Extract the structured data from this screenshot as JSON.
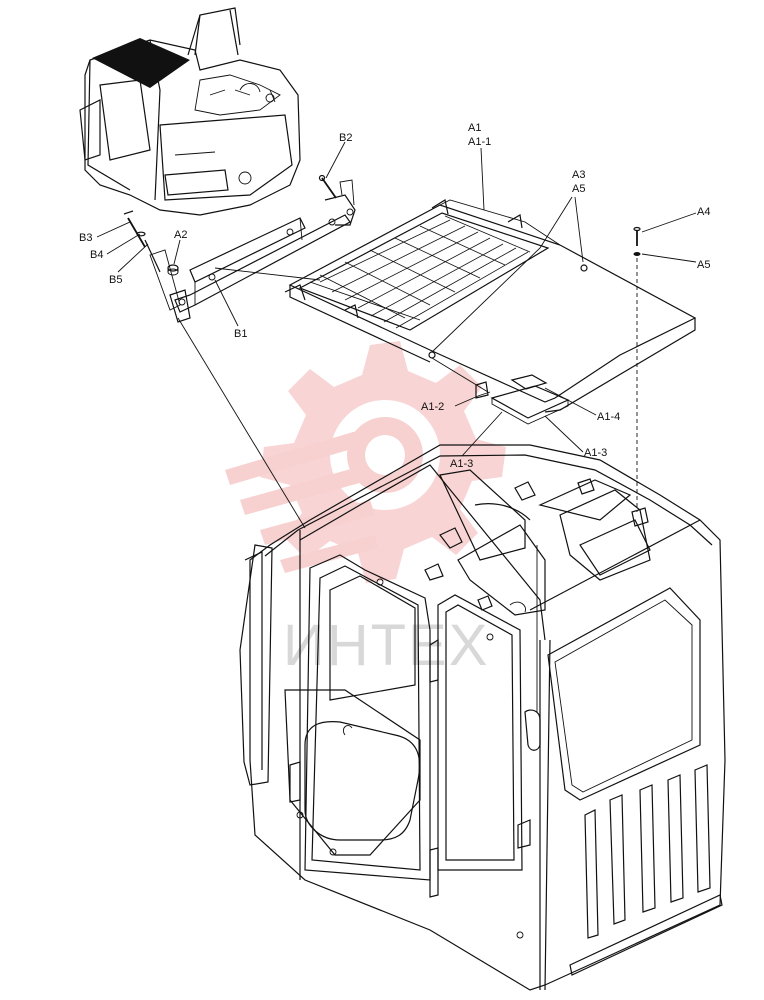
{
  "watermark": {
    "text": "ИНТЕХ",
    "color": "#f2b3b3"
  },
  "callouts": {
    "a1": "A1",
    "a1_1": "A1-1",
    "a3": "A3",
    "a5_top": "A5",
    "a4": "A4",
    "a5_right": "A5",
    "a2": "A2",
    "b1": "B1",
    "b2": "B2",
    "b3": "B3",
    "b4": "B4",
    "b5": "B5",
    "a1_2": "A1-2",
    "a1_3_left": "A1-3",
    "a1_3_right": "A1-3",
    "a1_4": "A1-4"
  }
}
